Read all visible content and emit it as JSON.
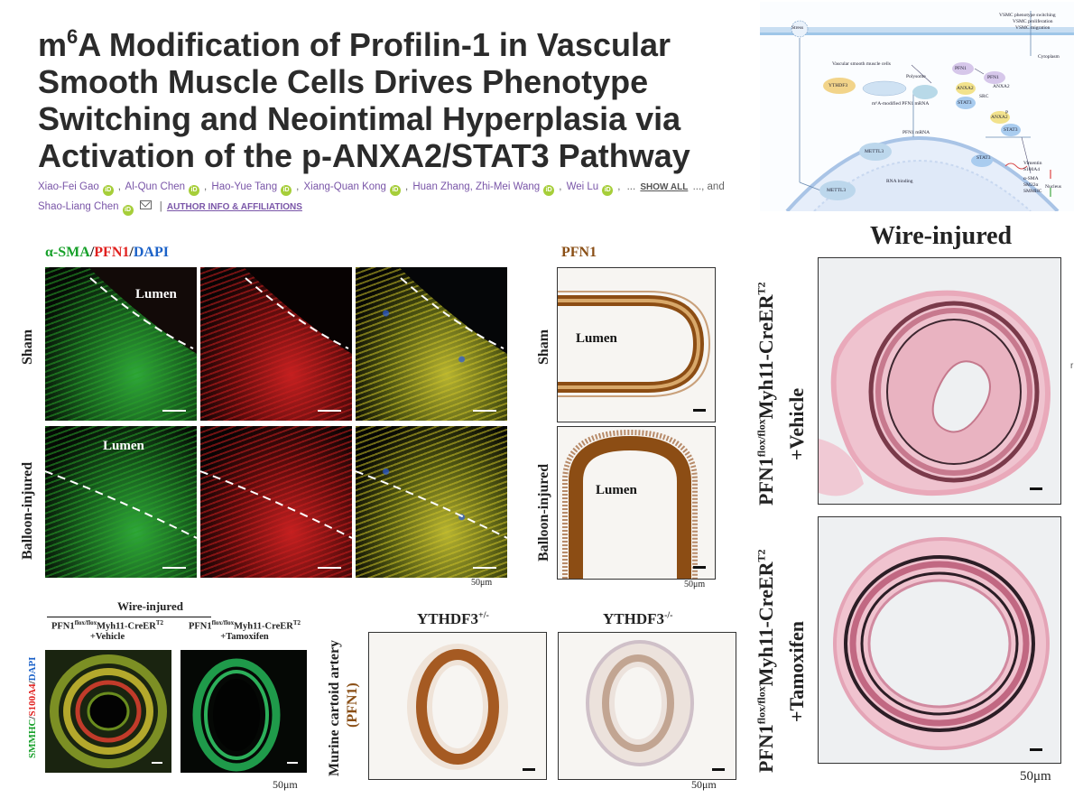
{
  "header": {
    "title_m": "m",
    "title_sup": "6",
    "title_rest": "A Modification of Profilin-1 in Vascular Smooth Muscle Cells Drives Phenotype Switching and Neointimal Hyperplasia via Activation of the p-ANXA2/STAT3 Pathway",
    "authors": [
      "Xiao-Fei Gao",
      "Al-Qun Chen",
      "Hao-Yue Tang",
      "Xiang-Quan Kong",
      "Huan Zhang, Zhi-Mei Wang",
      "Wei Lu"
    ],
    "ellipsis": "...",
    "show_all": "SHOW ALL",
    "and_text": "..., and",
    "last_author": "Shao-Liang Chen",
    "orcid_glyph": "iD",
    "author_info": "AUTHOR INFO & AFFILIATIONS"
  },
  "colors": {
    "green": "#17a02a",
    "red": "#e0201e",
    "blue": "#1c62c8",
    "brown": "#8a4f16",
    "purple": "#7a56a8",
    "orcid": "#a6ce39"
  },
  "if_panel": {
    "label_green": "α-SMA",
    "label_slash1": "/",
    "label_red": "PFN1",
    "label_slash2": "/",
    "label_blue": "DAPI",
    "row_sham": "Sham",
    "row_balloon": "Balloon-injured",
    "lumen": "Lumen",
    "scale": "50μm"
  },
  "pfn1_panel": {
    "label": "PFN1",
    "row_sham": "Sham",
    "row_balloon": "Balloon-injured",
    "lumen": "Lumen",
    "scale": "50μm"
  },
  "wire_panel": {
    "title": "Wire-injured",
    "row1_gene": "PFN1",
    "row1_sup": "flox/flox",
    "row1_mid": "Myh11-CreER",
    "row1_t": "T2",
    "row1_treat": "+Vehicle",
    "row2_gene": "PFN1",
    "row2_sup": "flox/flox",
    "row2_mid": "Myh11-CreER",
    "row2_t": "T2",
    "row2_treat": "+Tamoxifen",
    "scale": "50μm",
    "side_mark": "r"
  },
  "smmhc_panel": {
    "title": "Wire-injured",
    "col1_line1_a": "PFN1",
    "col1_line1_sup": "flox/flox",
    "col1_line1_b": "Myh11-CreER",
    "col1_line1_t": "T2",
    "col1_line2": "+Vehicle",
    "col2_line1_a": "PFN1",
    "col2_line1_sup": "flox/flox",
    "col2_line1_b": "Myh11-CreER",
    "col2_line1_t": "T2",
    "col2_line2": "+Tamoxifen",
    "side_green": "SMMHC",
    "side_slash1": "/",
    "side_red": "S100A4",
    "side_slash2": "/",
    "side_blue": "DAPI",
    "scale": "50μm"
  },
  "ythdf_panel": {
    "side_line1": "Murine cartoid artery",
    "side_line2": "(PFN1)",
    "col1": "YTHDF3",
    "col1_sup": "+/-",
    "col2": "YTHDF3",
    "col2_sup": "-/-",
    "scale": "50μm"
  },
  "abstract": {
    "stress": "Stress",
    "effects": [
      "VSMC phenotype switching",
      "VSMC proliferation",
      "VSMC migration"
    ],
    "cytoplasm": "Cytoplasm",
    "nucleus": "Nucleus",
    "vsmc": "Vascular smooth muscle cells",
    "polysome": "Polysome",
    "ythdf3": "YTHDF3",
    "m6a_mrna": "m⁶A-modified PFN1 mRNA",
    "pfn1": "PFN1",
    "anxa2": "ANXA2",
    "stat3": "STAT3",
    "src": "SRC",
    "p": "P",
    "mettl3": "METTL3",
    "pfn1_mrna": "PFN1 mRNA",
    "rna_binding": "RNA binding",
    "genes": [
      "Vimentin",
      "S100A4",
      "α-SMA",
      "SM22α",
      "SMMHC"
    ]
  }
}
